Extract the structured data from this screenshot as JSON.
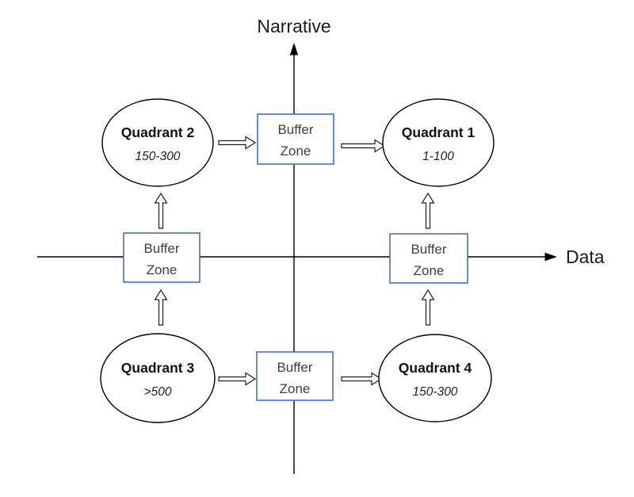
{
  "axes": {
    "y_label": "Narrative",
    "x_label": "Data"
  },
  "quadrants": [
    {
      "name": "Quadrant 1",
      "value": "1-100"
    },
    {
      "name": "Quadrant 2",
      "value": "150-300"
    },
    {
      "name": "Quadrant 3",
      "value": ">500"
    },
    {
      "name": "Quadrant 4",
      "value": "150-300"
    }
  ],
  "buffer_zones": [
    {
      "position": "top",
      "line1": "Buffer",
      "line2": "Zone"
    },
    {
      "position": "left",
      "line1": "Buffer",
      "line2": "Zone"
    },
    {
      "position": "right",
      "line1": "Buffer",
      "line2": "Zone"
    },
    {
      "position": "bottom",
      "line1": "Buffer",
      "line2": "Zone"
    }
  ],
  "colors": {
    "background": "#ffffff",
    "line": "#000000",
    "buffer_border": "#4472C4",
    "buffer_text": "#3f3f3f"
  }
}
